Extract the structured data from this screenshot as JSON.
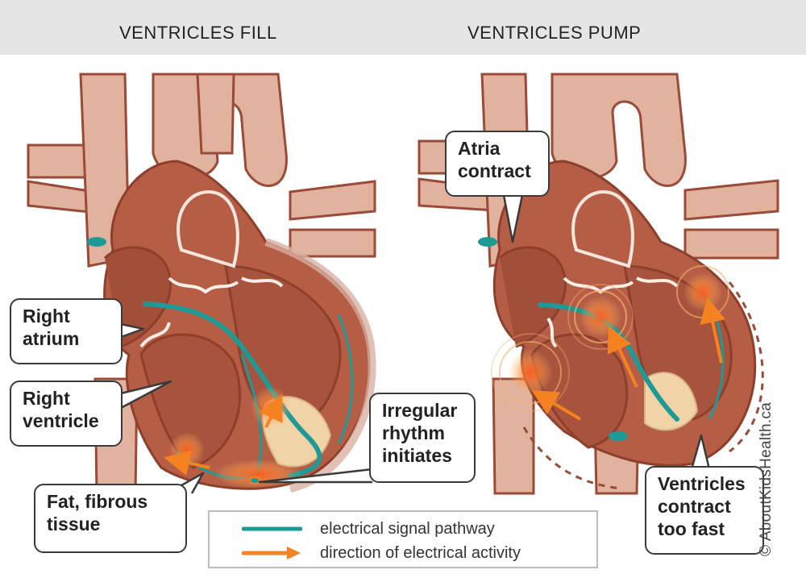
{
  "titles": {
    "left": "VENTRICLES FILL",
    "right": "VENTRICLES PUMP"
  },
  "callouts": {
    "right_atrium": [
      "Right",
      "atrium"
    ],
    "right_ventricle": [
      "Right",
      "ventricle"
    ],
    "fat_fibrous": [
      "Fat, fibrous",
      "tissue"
    ],
    "irregular": [
      "Irregular",
      "rhythm",
      "initiates"
    ],
    "atria_contract": [
      "Atria",
      "contract"
    ],
    "ventricles_fast": [
      "Ventricles",
      "contract",
      "too fast"
    ]
  },
  "legend": {
    "signal_label": "electrical signal pathway",
    "direction_label": "direction of electrical activity"
  },
  "copyright": "© AboutKidsHealth.ca",
  "colors": {
    "heart_fill": "#b65d45",
    "heart_dark": "#8e3f2c",
    "vessel_fill": "#e1b39f",
    "vessel_outline": "#9a4a36",
    "signal_pathway": "#1d9a95",
    "electrical_activity": "#f58220",
    "fibrous_tissue": "#f1d3a8",
    "header_band": "#e5e5e5"
  }
}
